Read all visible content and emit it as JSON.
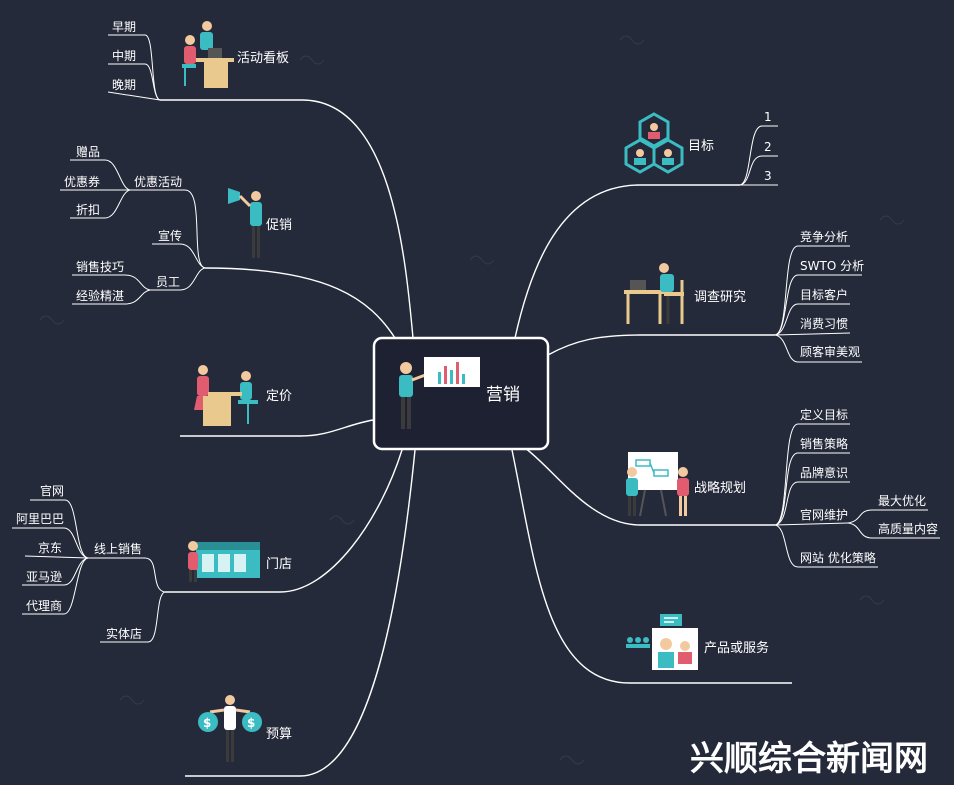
{
  "center": "营销",
  "branches": {
    "dashboard": {
      "label": "活动看板",
      "children": [
        "早期",
        "中期",
        "晚期"
      ]
    },
    "promo": {
      "label": "促销",
      "activity": {
        "label": "优惠活动",
        "children": [
          "赠品",
          "优惠券",
          "折扣"
        ]
      },
      "publicity": "宣传",
      "staff": {
        "label": "员工",
        "children": [
          "销售技巧",
          "经验精湛"
        ]
      }
    },
    "pricing": {
      "label": "定价"
    },
    "store": {
      "label": "门店",
      "online": {
        "label": "线上销售",
        "children": [
          "官网",
          "阿里巴巴",
          "京东",
          "亚马逊",
          "代理商"
        ]
      },
      "physical": "实体店"
    },
    "budget": {
      "label": "预算"
    },
    "goal": {
      "label": "目标",
      "children": [
        "1",
        "2",
        "3"
      ]
    },
    "research": {
      "label": "调查研究",
      "children": [
        "竞争分析",
        "SWTO 分析",
        "目标客户",
        "消费习惯",
        "顾客审美观"
      ]
    },
    "strategy": {
      "label": "战略规划",
      "children": [
        "定义目标",
        "销售策略",
        "品牌意识",
        "官网维护",
        "网站 优化策略"
      ],
      "site_maintenance": [
        "最大优化",
        "高质量内容"
      ]
    },
    "product": {
      "label": "产品或服务"
    }
  },
  "watermark": "兴顺综合新闻网",
  "colors": {
    "background": "#252a3a",
    "line": "#ffffff",
    "teal": "#3bbcc2",
    "skin": "#f3c9a0",
    "desk": "#e9c98d",
    "pink": "#e25c6f",
    "dark": "#3b3b3b"
  }
}
